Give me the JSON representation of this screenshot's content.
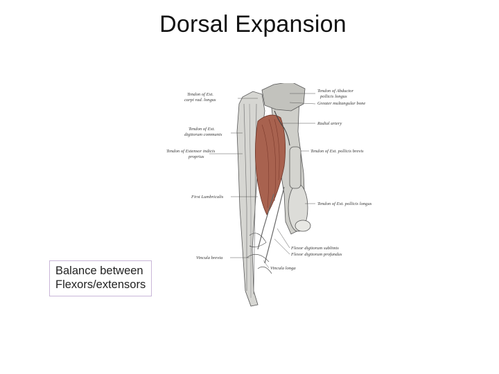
{
  "slide": {
    "title": "Dorsal Expansion",
    "note_lines": [
      "Balance between",
      "Flexors/extensors"
    ]
  },
  "figure": {
    "labels": {
      "ext_carpi": [
        "Tendon of Ext.",
        "carpi rad. longus"
      ],
      "ext_digitorum": [
        "Tendon of Ext.",
        "digitorum communis"
      ],
      "ext_indicis": [
        "Tendon of Extensor indicis",
        "proprius"
      ],
      "first_lumbricalis": "First Lumbricalis",
      "vincula_brevia": "Vincula brevia",
      "abductor": [
        "Tendon of Abductor",
        "pollicis longus"
      ],
      "greater_multangular": "Greater multangular bone",
      "radial_artery": "Radial artery",
      "ext_pollicis_brevis": "Tendon of Ext. pollicis brevis",
      "ext_pollicis_longus": "Tendon of Ext. pollicis longus",
      "flexor_sublimis": "Flexor digitorum sublimis",
      "flexor_profundus": "Flexor digitorum profundus",
      "vincula_longa": "Vincula longa"
    }
  },
  "colors": {
    "muscle": "#a8624f",
    "tendon": "#d9d9d4",
    "bone": "#c8c8c4",
    "outline": "#555555"
  }
}
